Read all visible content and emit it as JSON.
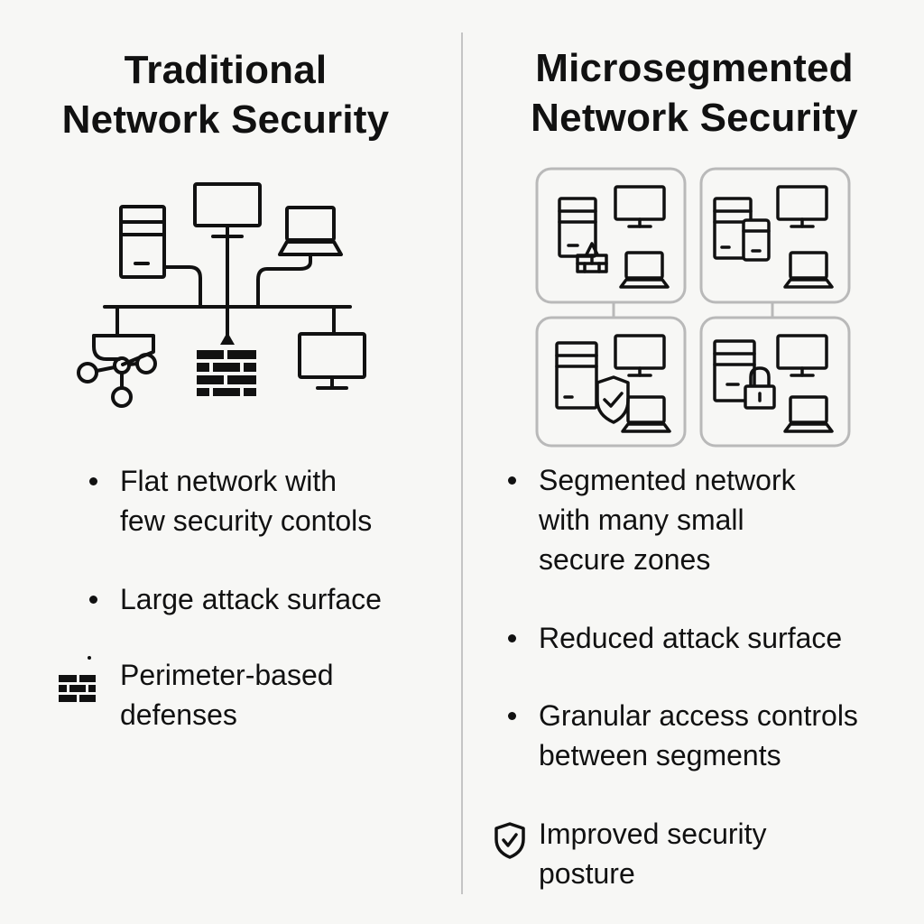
{
  "left": {
    "title_line1": "Traditional",
    "title_line2": "Network Security",
    "bullets": [
      {
        "line1": "Flat network with",
        "line2": "few security contols"
      },
      {
        "line1": "Large attack surface"
      },
      {
        "line1": "Perimeter-based",
        "line2": "defenses"
      }
    ]
  },
  "right": {
    "title_line1": "Microsegmented",
    "title_line2": "Network Security",
    "bullets": [
      {
        "line1": "Segmented network",
        "line2": "with many small",
        "line3": "secure zones"
      },
      {
        "line1": "Reduced attack surface"
      },
      {
        "line1": "Granular access controls",
        "line2": "between segments"
      },
      {
        "line1": "Improved security",
        "line2": "posture"
      }
    ]
  },
  "icons": {
    "server": "server-icon",
    "monitor": "monitor-icon",
    "laptop": "laptop-icon",
    "router": "router-icon",
    "firewall": "firewall-icon",
    "lock": "lock-icon",
    "shield": "shield-icon"
  },
  "colors": {
    "background": "#f7f7f5",
    "ink": "#111111",
    "zone_border": "#b9b9b9",
    "divider": "#c4c4c4"
  }
}
